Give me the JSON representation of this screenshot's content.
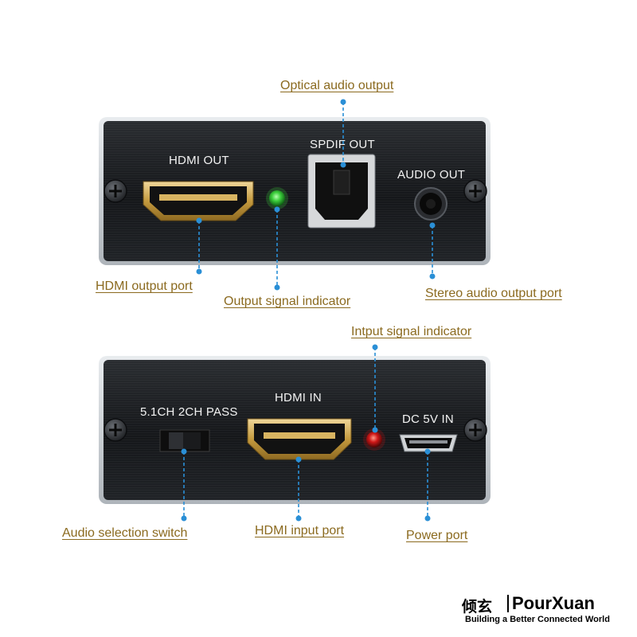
{
  "top_panel": {
    "hdmi_out": "HDMI OUT",
    "spdif_out": "SPDIF OUT",
    "audio_out": "AUDIO OUT"
  },
  "bottom_panel": {
    "switch_label": "5.1CH 2CH PASS",
    "hdmi_in": "HDMI IN",
    "dc_in": "DC 5V IN"
  },
  "callouts": {
    "optical": "Optical audio output",
    "hdmi_output_port": "HDMI output port",
    "output_signal": "Output signal indicator",
    "stereo_port": "Stereo audio output port",
    "input_signal": "Intput signal indicator",
    "audio_switch": "Audio selection switch",
    "hdmi_input_port": "HDMI input port",
    "power_port": "Power port"
  },
  "brand": {
    "chinese": "倾玄",
    "name": "PourXuan",
    "tagline": "Building a Better Connected World"
  },
  "colors": {
    "callout_text": "#8b6a1f",
    "leader_line": "#2a8fd6",
    "output_led": "#3ccf3c",
    "input_led": "#d01818",
    "hdmi_port_gold": "#c9a24a"
  },
  "icons": [
    "screw-icon",
    "hdmi-port-icon",
    "optical-port-icon",
    "audio-jack-icon",
    "usb-port-icon",
    "led-icon",
    "slide-switch-icon"
  ]
}
